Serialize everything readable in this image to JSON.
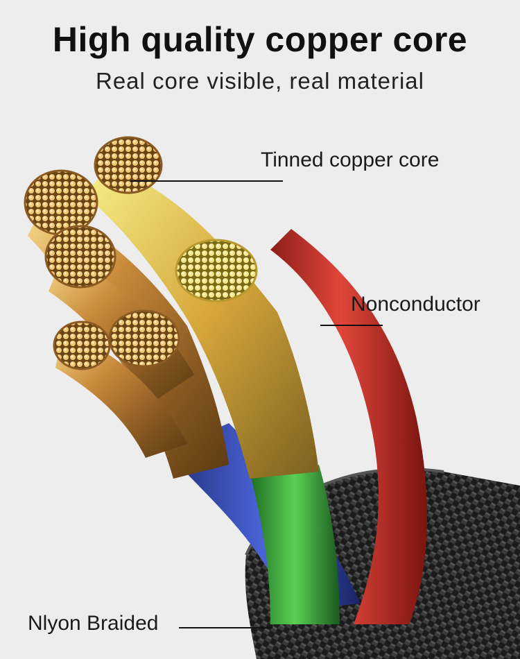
{
  "title": "High quality copper core",
  "subtitle": "Real core visible, real material",
  "labels": {
    "tinned": "Tinned copper core",
    "nonconductor": "Nonconductor",
    "braided": "Nlyon Braided"
  },
  "colors": {
    "background": "#ededed",
    "copper": "#c8893a",
    "insulation_red": "#d8342f",
    "insulation_green": "#3bbd48",
    "insulation_blue": "#3f57c8",
    "braid": "#202020"
  }
}
